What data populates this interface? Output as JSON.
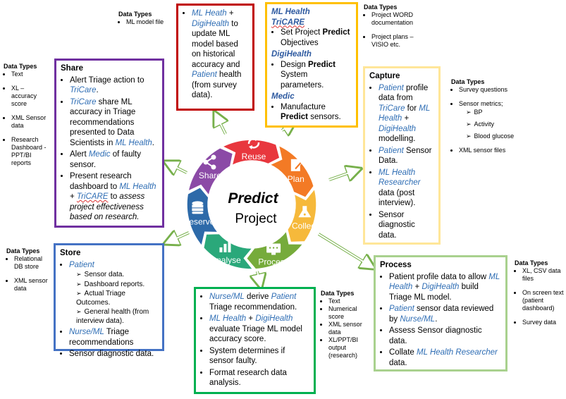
{
  "center": {
    "title": "Predict",
    "subtitle": "Project"
  },
  "cycle": [
    {
      "label": "Reuse",
      "icon": "recycle-icon",
      "color": "#e8373e"
    },
    {
      "label": "Plan",
      "icon": "document-pen-icon",
      "color": "#f37a25"
    },
    {
      "label": "Collect",
      "icon": "flask-icon",
      "color": "#f6b93b"
    },
    {
      "label": "Process",
      "icon": "monitor-icon",
      "color": "#76ab3b"
    },
    {
      "label": "Analyse",
      "icon": "bar-chart-icon",
      "color": "#2aa87a"
    },
    {
      "label": "Preserve",
      "icon": "database-icon",
      "color": "#2d6aa9"
    },
    {
      "label": "Share",
      "icon": "share-icon",
      "color": "#8b4aa6"
    }
  ],
  "colors": {
    "reuse_border": "#c00000",
    "plan_border": "#ffc000",
    "capture_border": "#ffe699",
    "process_border": "#a9d18e",
    "analyse_border": "#00b050",
    "store_border": "#4472c4",
    "share_border": "#7030a0",
    "entity": "#2e6db4"
  },
  "reuse_box": {
    "e1": "ML Heath",
    "t1": " + ",
    "e2": "DigiHealth",
    "t2": " to update ML model based on historical accuracy and ",
    "e3": "Patient",
    "t3": " health (from survey data)."
  },
  "plan_box": {
    "h1": "ML Health",
    "h2": "TriCARE",
    "i1a": "Set Project ",
    "i1b": "Predict",
    "i1c": " Objectives",
    "h3": "DigiHealth",
    "i2a": "Design ",
    "i2b": "Predict",
    "i2c": " System parameters.",
    "h4": "Medic",
    "i3a": "Manufacture ",
    "i3b": "Predict",
    "i3c": " sensors."
  },
  "capture_box": {
    "title": "Capture",
    "a1": "Patient",
    "a2": " profile data from ",
    "a3": "TriCare",
    "a4": " for ",
    "a5": "ML Health",
    "a6": " + ",
    "a7": "DigiHealth",
    "a8": " modelling.",
    "b1": "Patient",
    "b2": " Sensor Data.",
    "c1": "ML Health Researcher",
    "c2": " data (post interview).",
    "d1": "Sensor diagnostic data."
  },
  "process_box": {
    "title": "Process",
    "a1": "Patient profile data to allow ",
    "a2": "ML Health",
    "a3": " + ",
    "a4": "DigiHealth",
    "a5": " build Triage ML model.",
    "b1": "Patient",
    "b2": " sensor data reviewed by ",
    "b3": "Nurse/ML",
    "b4": ".",
    "c1": "Assess Sensor diagnostic data.",
    "d1": "Collate ",
    "d2": "ML Health Researcher",
    "d3": " data."
  },
  "analyse_box": {
    "a1": "Nurse/ML",
    "a2": " derive ",
    "a3": "Patient",
    "a4": " Triage recommendation.",
    "b1": "ML Health",
    "b2": " + ",
    "b3": "DigiHealth",
    "b4": " evaluate Triage ML model accuracy score.",
    "c1": "System determines if sensor faulty.",
    "d1": "Format research data analysis."
  },
  "store_box": {
    "title": "Store",
    "a1": "Patient",
    "sub": [
      "Sensor data.",
      "Dashboard reports.",
      "Actual Triage Outcomes.",
      "General health (from interview data)."
    ],
    "b1": "Nurse/ML",
    "b2": " Triage recommendations",
    "c1": "Sensor diagnostic data."
  },
  "share_box": {
    "title": "Share",
    "a1": "Alert Triage action to ",
    "a2": "TriCare",
    "a3": ".",
    "b1": "TriCare",
    "b2": " share ML accuracy in Triage recommendations presented to Data Scientists in ",
    "b3": "ML Health",
    "b4": ".",
    "c1": "Alert ",
    "c2": "Medic",
    "c3": " of faulty sensor.",
    "d1": "Present research dashboard to ",
    "d2": "ML Health",
    "d3": " + ",
    "d4": "TriCARE",
    "d5": " to ",
    "d6": "assess project effectiveness based on research."
  },
  "data_types": {
    "heading": "Data Types",
    "reuse": [
      "ML model file"
    ],
    "plan": [
      "Project WORD documentation",
      "Project plans – VISIO etc."
    ],
    "capture": [
      "Survey questions",
      "Sensor metrics;",
      "XML sensor files"
    ],
    "capture_sub": [
      "BP",
      "Activity",
      "Blood glucose"
    ],
    "share": [
      "Text",
      "XL – accuracy score",
      "XML Sensor data",
      "Research Dashboard -PPT/BI reports"
    ],
    "store": [
      "Relational DB store",
      "XML sensor data"
    ],
    "analyse": [
      "Text",
      "Numerical score",
      "XML sensor data",
      "XL/PPT/BI output (research)"
    ],
    "process": [
      "XL, CSV data files",
      "On screen text (patient dashboard)",
      "Survey data"
    ]
  }
}
